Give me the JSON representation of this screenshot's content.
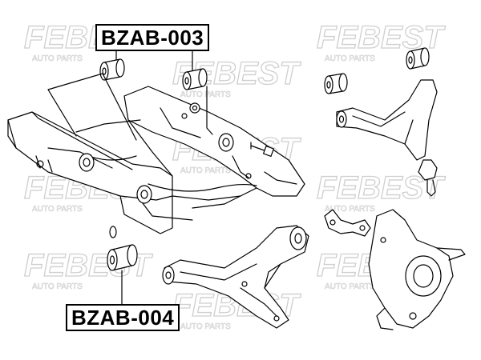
{
  "labels": {
    "part_a": "BZAB-003",
    "part_b": "BZAB-004"
  },
  "watermark": {
    "brand": "FEBEST",
    "tagline": "AUTO PARTS"
  },
  "colors": {
    "line": "#000000",
    "watermark": "#cfcfcf",
    "background": "#ffffff"
  }
}
